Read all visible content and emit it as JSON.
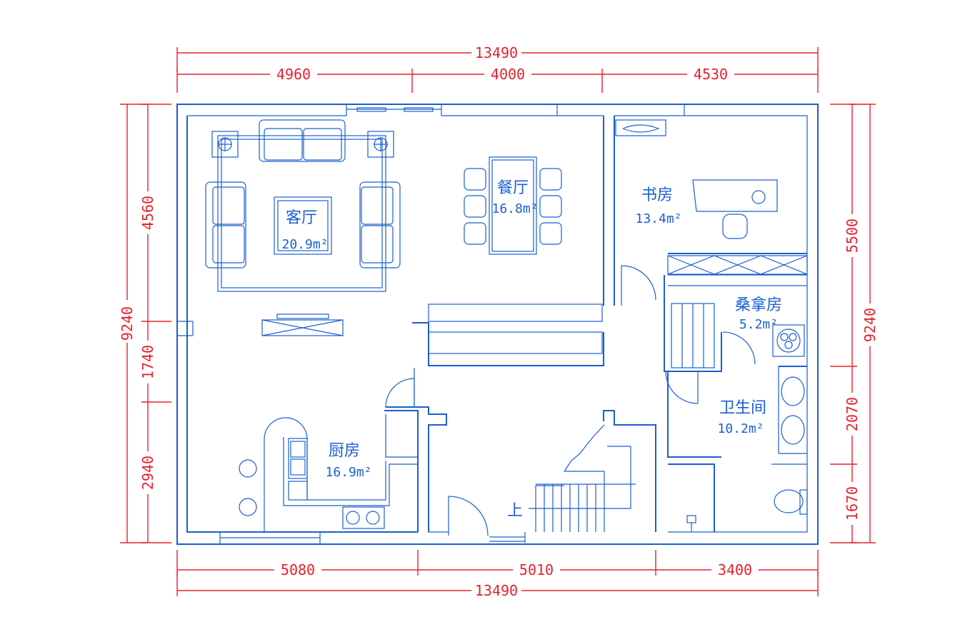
{
  "colors": {
    "wall": "#1a5fd0",
    "dimension": "#e8202a",
    "background": "#ffffff"
  },
  "dimensions": {
    "top_total": "13490",
    "top_segments": [
      "4960",
      "4000",
      "4530"
    ],
    "bottom_segments": [
      "5080",
      "5010",
      "3400"
    ],
    "bottom_total": "13490",
    "left_outer": "9240",
    "left_segments": [
      "4560",
      "1740",
      "2940"
    ],
    "right_segments": [
      "5500",
      "2070",
      "1670"
    ],
    "right_outer": "9240"
  },
  "rooms": {
    "living": {
      "name": "客厅",
      "area": "20.9m²"
    },
    "dining": {
      "name": "餐厅",
      "area": "16.8m²"
    },
    "study": {
      "name": "书房",
      "area": "13.4m²"
    },
    "sauna": {
      "name": "桑拿房",
      "area": "5.2m²"
    },
    "bathroom": {
      "name": "卫生间",
      "area": "10.2m²"
    },
    "kitchen": {
      "name": "厨房",
      "area": "16.9m²"
    }
  },
  "stairs": {
    "label": "上"
  }
}
